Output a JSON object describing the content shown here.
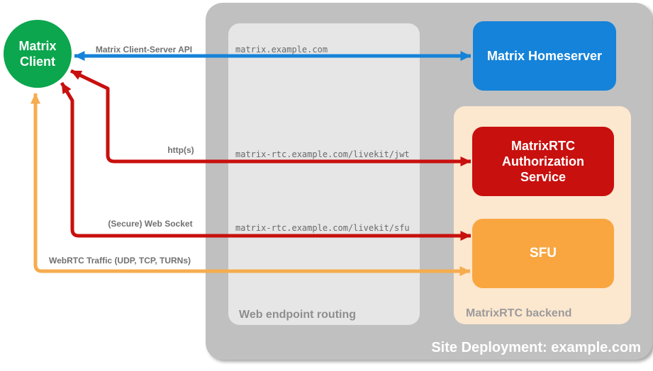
{
  "site": {
    "label": "Site Deployment: example.com",
    "color": "#C0C0C0"
  },
  "routing": {
    "label": "Web endpoint routing",
    "color": "#E6E6E6",
    "endpoints": [
      "matrix.example.com",
      "matrix-rtc.example.com/livekit/jwt",
      "matrix-rtc.example.com/livekit/sfu"
    ]
  },
  "backend": {
    "label": "MatrixRTC backend",
    "color": "#FCE7CF"
  },
  "nodes": {
    "client": {
      "label": "Matrix Client",
      "color": "#0BA64D"
    },
    "homeserver": {
      "label": "Matrix Homeserver",
      "color": "#1583D9"
    },
    "auth_service": {
      "label": "MatrixRTC Authorization Service",
      "color": "#C8100E"
    },
    "sfu": {
      "label": "SFU",
      "color": "#F9A640"
    }
  },
  "connections": [
    {
      "label": "Matrix Client-Server API",
      "color": "#1583D9",
      "from": "Matrix Client",
      "to": "Matrix Homeserver",
      "via": "matrix.example.com"
    },
    {
      "label": "http(s)",
      "color": "#C8100E",
      "from": "Matrix Client",
      "to": "MatrixRTC Authorization Service",
      "via": "matrix-rtc.example.com/livekit/jwt"
    },
    {
      "label": "(Secure) Web Socket",
      "color": "#C8100E",
      "from": "Matrix Client",
      "to": "SFU",
      "via": "matrix-rtc.example.com/livekit/sfu"
    },
    {
      "label": "WebRTC Traffic (UDP, TCP, TURNs)",
      "color": "#F6AC4F",
      "from": "Matrix Client",
      "to": "SFU"
    }
  ]
}
